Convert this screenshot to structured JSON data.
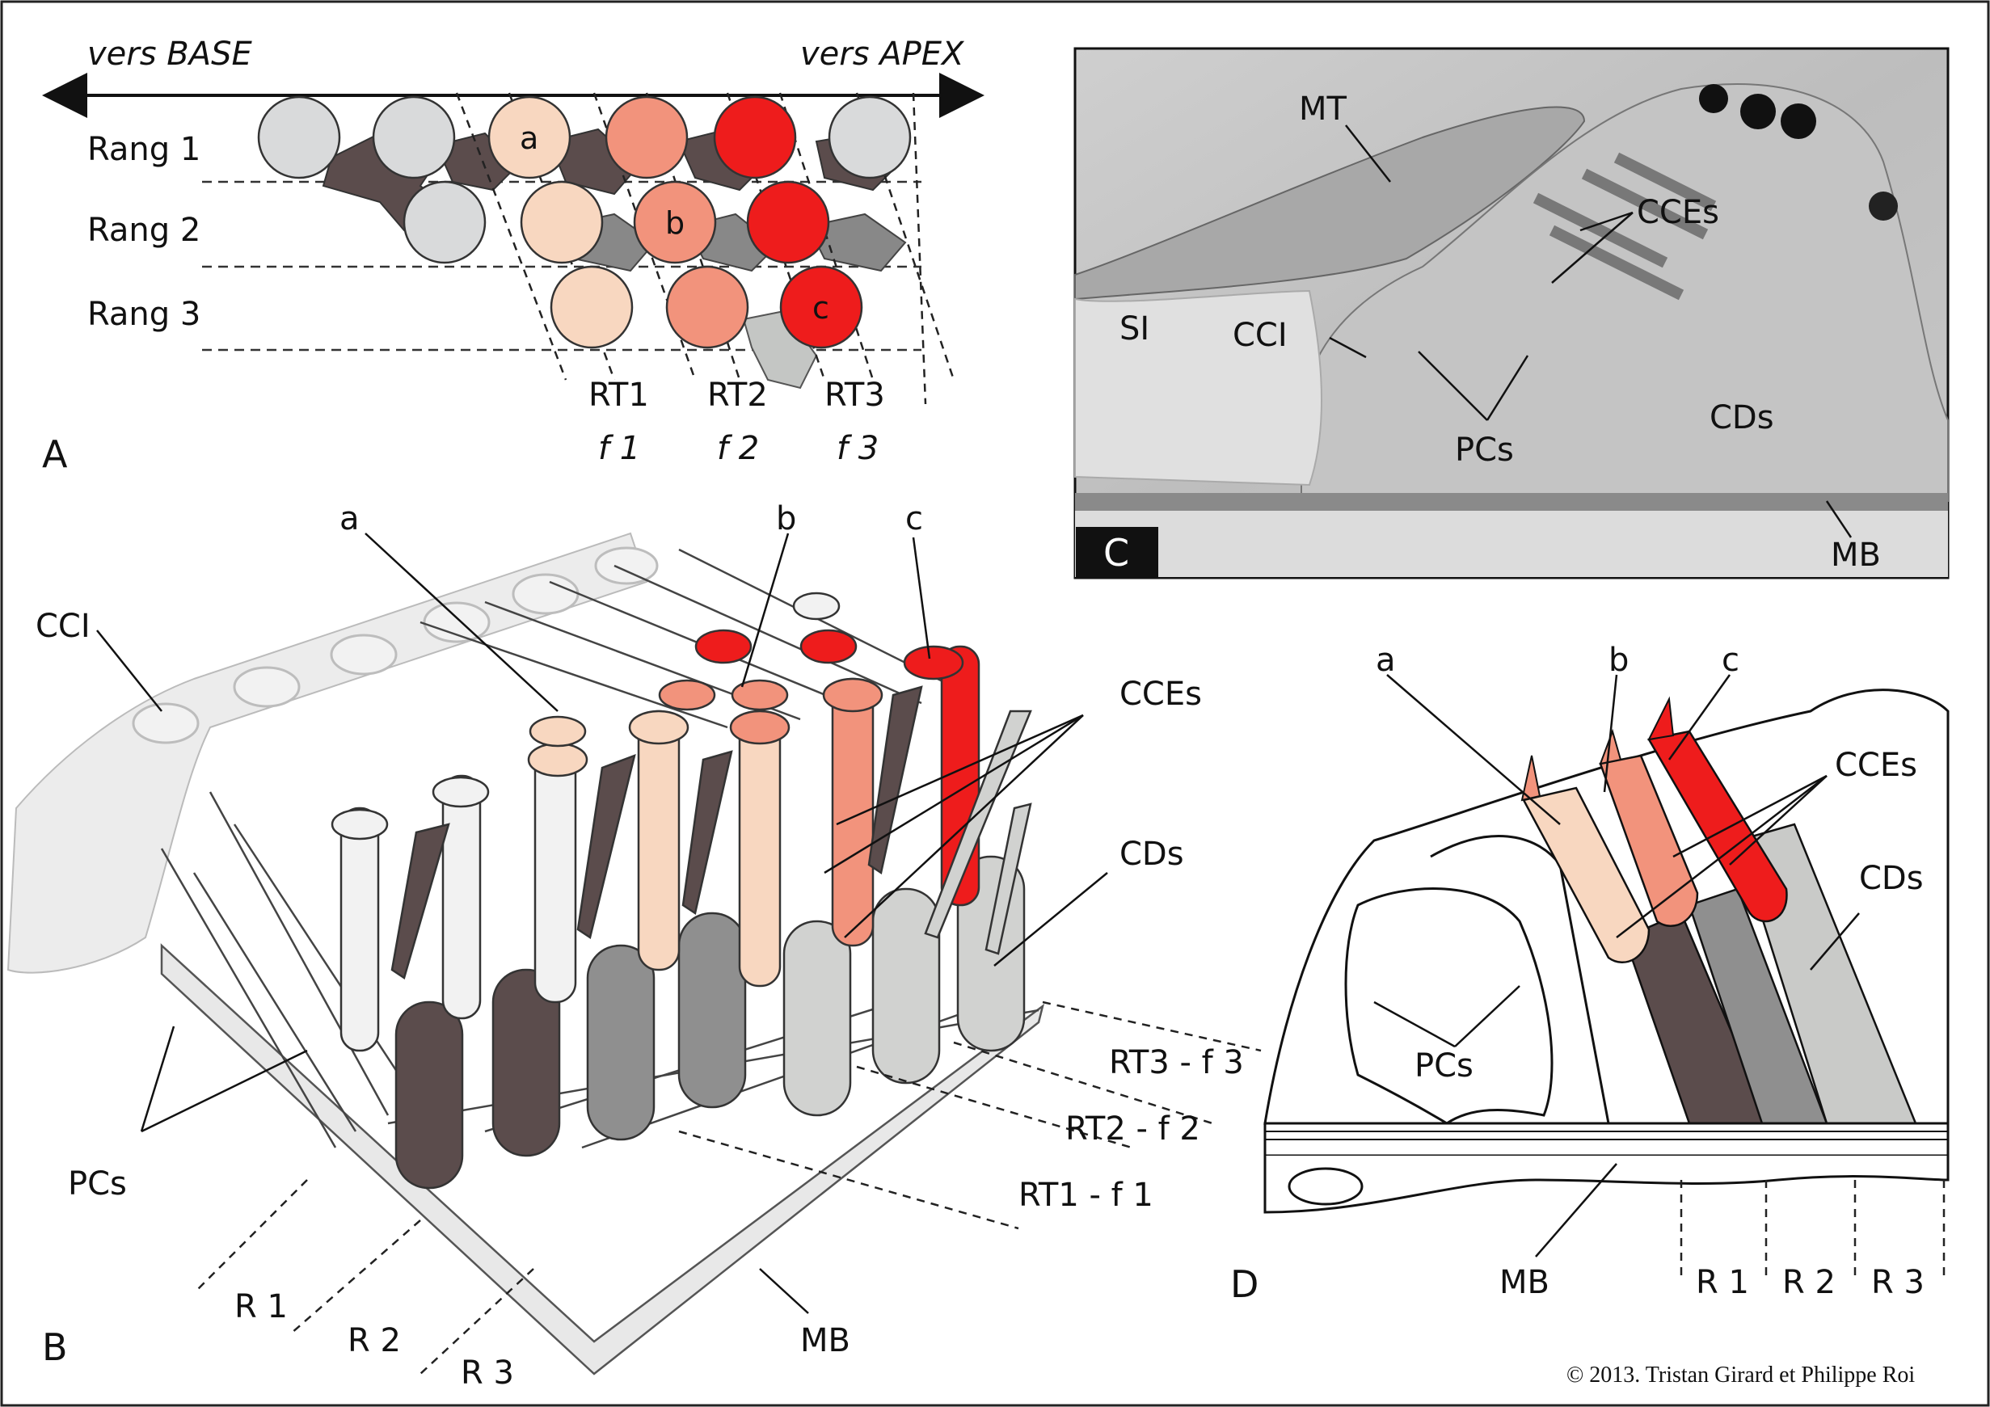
{
  "panel_a": {
    "letter": "A",
    "left_direction": "vers BASE",
    "right_direction": "vers APEX",
    "rows": [
      "Rang 1",
      "Rang 2",
      "Rang 3"
    ],
    "cell_labels": [
      "a",
      "b",
      "c"
    ],
    "rt_labels": [
      "RT1",
      "RT2",
      "RT3"
    ],
    "freq_labels": [
      "f 1",
      "f 2",
      "f 3"
    ]
  },
  "panel_b": {
    "letter": "B",
    "labels": {
      "cci": "CCI",
      "a": "a",
      "b": "b",
      "c": "c",
      "cces": "CCEs",
      "cds": "CDs",
      "pcs": "PCs",
      "mb": "MB",
      "rt3": "RT3 - f 3",
      "rt2": "RT2 - f 2",
      "rt1": "RT1 - f 1",
      "r1": "R 1",
      "r2": "R 2",
      "r3": "R 3"
    }
  },
  "panel_c": {
    "letter": "C",
    "labels": {
      "mt": "MT",
      "cces": "CCEs",
      "si": "SI",
      "cci": "CCI",
      "pcs": "PCs",
      "cds": "CDs",
      "mb": "MB"
    }
  },
  "panel_d": {
    "letter": "D",
    "labels": {
      "a": "a",
      "b": "b",
      "c": "c",
      "cces": "CCEs",
      "cds": "CDs",
      "pcs": "PCs",
      "mb": "MB",
      "r1": "R 1",
      "r2": "R 2",
      "r3": "R 3"
    }
  },
  "copyright": "© 2013. Tristan Girard et Philippe Roi",
  "colors": {
    "light_gray": "#d9dadb",
    "pale_peach": "#f8d7c0",
    "salmon": "#f2937c",
    "red": "#ee1c1c",
    "dark_brown": "#5b4c4c",
    "gray": "#8f8f8f"
  }
}
